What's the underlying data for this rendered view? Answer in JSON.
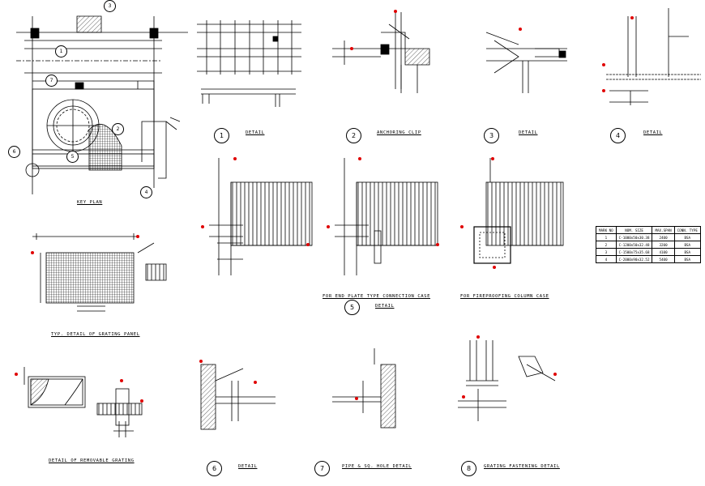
{
  "sheet": {
    "titles": {
      "key_plan": "KEY   PLAN",
      "typ_detail": "TYP. DETAIL OF GRATING PANEL",
      "removable": "DETAIL OF REMOVABLE GRATING",
      "d1": "DETAIL",
      "d2": "ANCHORING CLIP",
      "d3": "DETAIL",
      "d4": "DETAIL",
      "d5": "DETAIL",
      "d5a": "FOR END PLATE TYPE CONNECTION CASE",
      "d5b": "FOR FIREPROOFING COLUMN CASE",
      "d6": "DETAIL",
      "d7": "PIPE & SQ. HOLE DETAIL",
      "d8": "GRATING FASTENING DETAIL"
    },
    "numbers": {
      "n1": "1",
      "n2": "2",
      "n3": "3",
      "n4": "4",
      "n5": "5",
      "n6": "6",
      "n7": "7",
      "n8": "8"
    },
    "plan_tags": [
      "3",
      "1",
      "7",
      "2",
      "6",
      "4",
      "5"
    ],
    "schedule": {
      "headers": [
        "MARK NO",
        "NOM. SIZE",
        "MAX.SPAN",
        "CONN. TYPE"
      ],
      "rows": [
        [
          "1",
          "C-1000x50x30.38",
          "2400",
          "BSA"
        ],
        [
          "2",
          "C-1200x50x32.48",
          "3200",
          "BSA"
        ],
        [
          "3",
          "C-1500x75x35.68",
          "4100",
          "BSA"
        ],
        [
          "4",
          "C-2000x90x32.52",
          "5400",
          "BSA"
        ]
      ]
    },
    "colors": {
      "ink": "#000000",
      "marker": "#e00000",
      "paper": "#ffffff"
    }
  }
}
